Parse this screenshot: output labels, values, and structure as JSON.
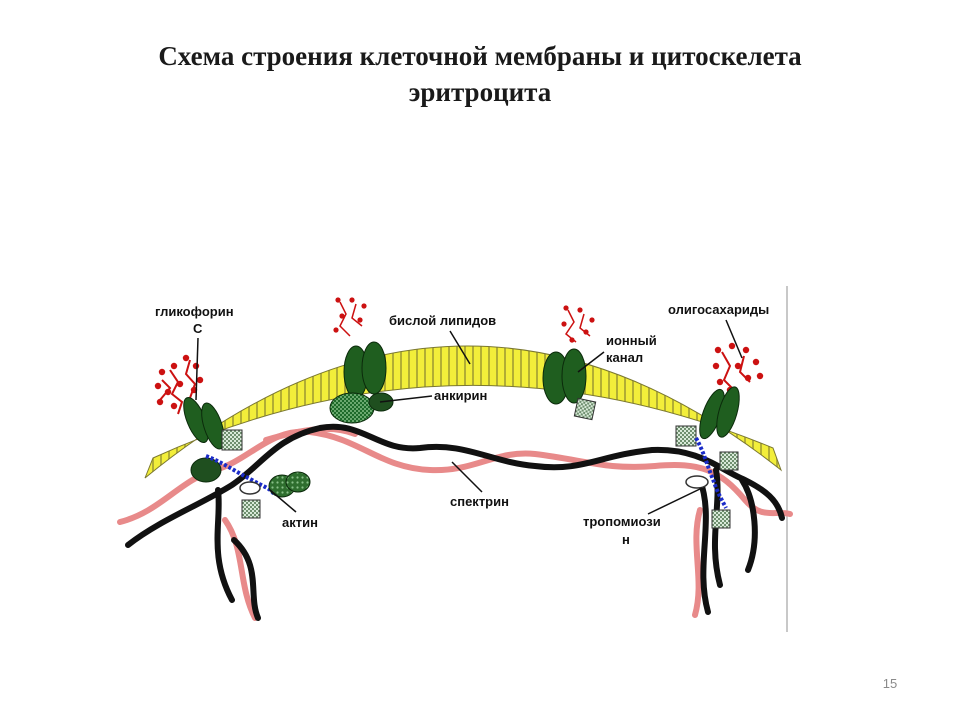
{
  "title": {
    "line1": "Схема строения клеточной мембраны и цитоскелета",
    "line2": "эритроцита"
  },
  "labels": {
    "glycophorin_line1": "гликофорин",
    "glycophorin_line2": "С",
    "lipid_bilayer": "бислой липидов",
    "ion_channel_line1": "ионный",
    "ion_channel_line2": "канал",
    "oligosaccharides": "олигосахариды",
    "ankyrin": "анкирин",
    "spectrin": "спектрин",
    "actin": "актин",
    "tropomyosin_line1": "тропомиози",
    "tropomyosin_line2": "н"
  },
  "colors": {
    "lipid_band": "#f2ee3a",
    "lipid_stripe": "#2b2b12",
    "spectrin_black": "#111111",
    "spectrin_pink": "#e88a8a",
    "protein_green": "#1f5e1f",
    "sugar_red": "#cc1111",
    "actin_blue": "#1a2bc8"
  },
  "page_number": "15"
}
